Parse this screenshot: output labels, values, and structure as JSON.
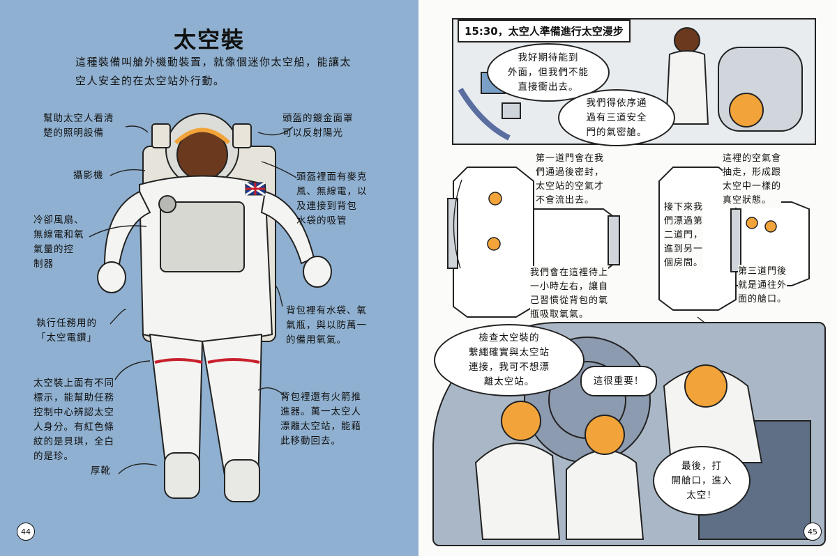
{
  "left": {
    "title": "太空裝",
    "intro": "這種裝備叫艙外機動裝置，就像個迷你太空船，能讓太空人安全的在太空站外行動。",
    "labels": {
      "lighting": [
        "幫助太空人看清",
        "楚的照明設備"
      ],
      "camera": "攝影機",
      "fan": [
        "冷卻風扇、",
        "無線電和氧",
        "氣量的控",
        "制器"
      ],
      "tool": [
        "執行任務用的",
        "「太空電鑽」"
      ],
      "flags": [
        "太空裝上面有不同",
        "標示，能幫助任務",
        "控制中心辨認太空",
        "人身分。有紅色條",
        "紋的是貝琪，全白",
        "的是珍。"
      ],
      "boots": "厚靴",
      "visor": [
        "頭盔的鍍金面罩",
        "可以反射陽光"
      ],
      "helmet": [
        "頭盔裡面有麥克",
        "風、無線電，以",
        "及連接到背包",
        "水袋的吸管"
      ],
      "backpack": [
        "背包裡有水袋、氧",
        "氣瓶，與以防萬一",
        "的備用氧氣。"
      ],
      "thrusters": [
        "背包裡還有火箭推",
        "進器。萬一太空人",
        "漂離太空站，能藉",
        "此移動回去。"
      ]
    },
    "page_number": "44"
  },
  "right": {
    "caption": "15:30，太空人準備進行太空漫步",
    "bubble1": [
      "我好期待能到",
      "外面，但我們不能",
      "直接衝出去。"
    ],
    "bubble2": [
      "我們得依序通",
      "過有三道安全",
      "門的氣密艙。"
    ],
    "airlock_text1": [
      "第一道門會在我",
      "們通過後密封，",
      "太空站的空氣才",
      "不會流出去。"
    ],
    "airlock_text2": [
      "這裡的空氣會",
      "抽走，形成跟",
      "太空中一樣的",
      "真空狀態。"
    ],
    "airlock_text3": [
      "接下來我",
      "們漂過第",
      "二道門，",
      "進到另一",
      "個房間。"
    ],
    "airlock_text4": [
      "我們會在這裡待上",
      "一小時左右，讓自",
      "己習慣從背包的氧",
      "瓶吸取氧氣。"
    ],
    "airlock_text5": [
      "第三道門後",
      "就是通往外",
      "面的艙口。"
    ],
    "bubble3": [
      "檢查太空裝的",
      "繫繩確實與太空站",
      "連接，我可不想漂",
      "離太空站。"
    ],
    "bubble4": "這很重要！",
    "bubble5": [
      "最後，打",
      "開艙口，進入",
      "太空！"
    ],
    "page_number": "45"
  },
  "colors": {
    "left_bg": "#8fb0d0",
    "visor": "#f2a43a",
    "suit": "#f4f4f2",
    "stripe": "#c8202c",
    "panel_bg": "#e8ecef"
  }
}
